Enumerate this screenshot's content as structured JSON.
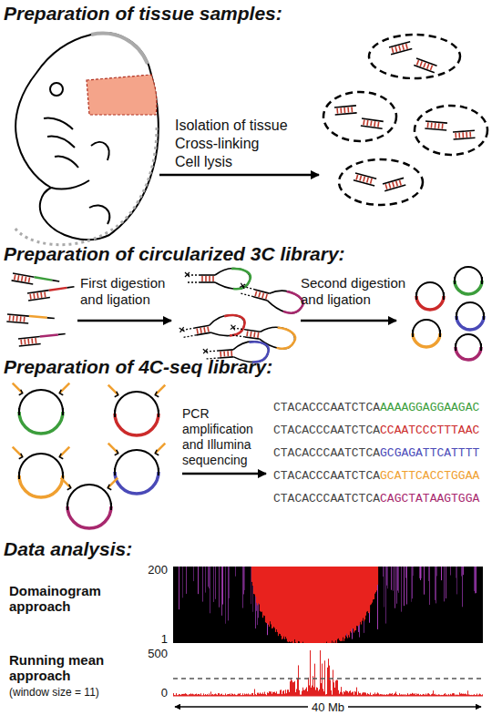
{
  "diagram": {
    "labels": [
      "Preparation of tissue samples:",
      "Isolation of tissue",
      "Cross-linking",
      "Cell lysis",
      "Preparation of circularized 3C library:",
      "First digestion and ligation",
      "Second digestion and ligation",
      "Preparation of 4C-seq library:",
      "PCR amplification and Illumina sequencing",
      "CTACACCCAATCTCA",
      "AAAAGGAGGAAGAC",
      "CTACACCCAATCTCA",
      "CCAATCCCTTTAAC",
      "CTACACCCAATCTCA",
      "GCGAGATTCATTTT",
      "CTACACCCAATCTCA",
      "GCATTCACCTGGAA",
      "CTACACCCAATCTCA",
      "CAGCTATAAGTGGA",
      "Data analysis:",
      "Domainogram approach",
      "200",
      "1",
      "Running mean approach",
      "(window size = 11)",
      "500",
      "0",
      "40 Mb"
    ]
  }
}
